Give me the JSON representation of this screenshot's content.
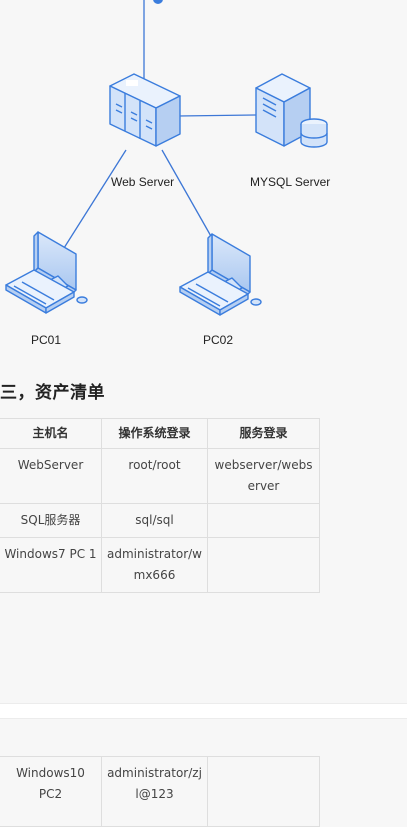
{
  "network_diagram": {
    "nodes": {
      "web_server": "Web Server",
      "mysql_server": "MYSQL Server",
      "pc01": "PC01",
      "pc02": "PC02"
    }
  },
  "section": {
    "title": "三，资产清单"
  },
  "asset_table": {
    "headers": [
      "主机名",
      "操作系统登录",
      "服务登录"
    ],
    "rows": [
      [
        "WebServer",
        "root/root",
        "webserver/webserver"
      ],
      [
        "SQL服务器",
        "sql/sql",
        ""
      ],
      [
        "Windows7 PC 1",
        "administrator/wmx666",
        ""
      ]
    ]
  },
  "asset_table_continued": {
    "rows": [
      [
        "Windows10 PC2",
        "administrator/zjl@123",
        ""
      ]
    ]
  },
  "colors": {
    "icon_stroke": "#3b7ddd",
    "icon_fill": "#cfe0f7",
    "link_line": "#3d77d6"
  }
}
